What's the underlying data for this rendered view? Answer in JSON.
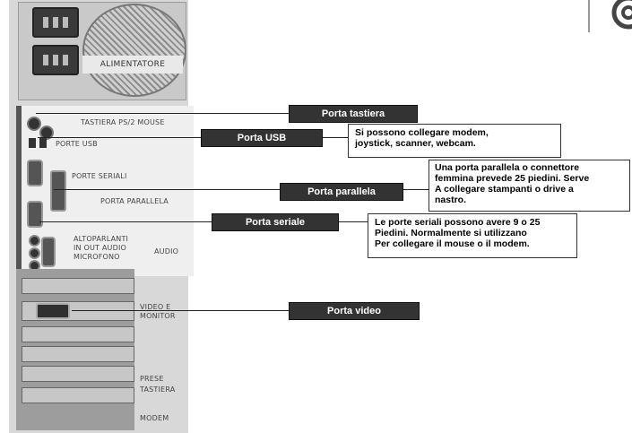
{
  "photo": {
    "psu_label": "ALIMENTATORE",
    "io_labels": {
      "tastiera_ps2": "TASTIERA PS/2 MOUSE",
      "porte_usb": "PORTE USB",
      "porte_seriali": "PORTE SERIALI",
      "porta_parallela": "PORTA PARALLELA",
      "audio_jacks": "ALTOPARLANTI IN OUT AUDIO MICROFONO",
      "audio": "AUDIO",
      "video_monitor": "VIDEO E MONITOR",
      "prese": "PRESE",
      "tastiera": "TASTIERA",
      "modem": "MODEM"
    }
  },
  "callouts": {
    "tastiera": "Porta tastiera",
    "usb": "Porta USB",
    "parallela": "Porta parallela",
    "seriale": "Porta seriale",
    "video": "Porta video"
  },
  "notes": {
    "usb": [
      "Si possono collegare modem,",
      "joystick, scanner, webcam."
    ],
    "parallela": [
      "Una porta parallela o connettore",
      "femmina prevede 25 piedini. Serve",
      "A collegare stampanti o drive a",
      "nastro."
    ],
    "seriale": [
      "Le porte seriali possono avere 9 o 25",
      "Piedini. Normalmente si utilizzano",
      "Per collegare il mouse o il modem."
    ]
  }
}
